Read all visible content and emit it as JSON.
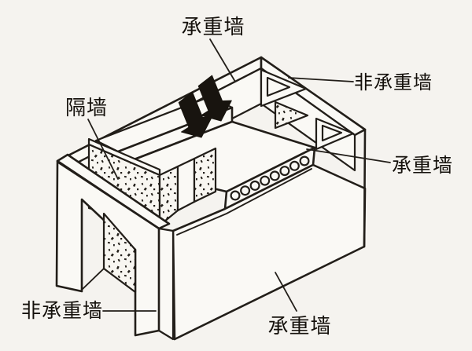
{
  "page": {
    "background": "#f5f3ef",
    "ink": "#221e19",
    "label_color": "#15110c"
  },
  "diagram": {
    "type": "axonometric-building-wall-cutaway",
    "labels": [
      {
        "id": "load-bearing-top",
        "text": "承重墙"
      },
      {
        "id": "non-load-bearing-top-right",
        "text": "非承重墙"
      },
      {
        "id": "partition-wall",
        "text": "隔墙"
      },
      {
        "id": "load-bearing-right",
        "text": "承重墙"
      },
      {
        "id": "non-load-bearing-bottom",
        "text": "非承重墙"
      },
      {
        "id": "load-bearing-bottom",
        "text": "承重墙"
      }
    ],
    "icons": {
      "load_arrow": "⬇"
    },
    "hollow_core_slab": {
      "visible_cores": 8
    }
  }
}
